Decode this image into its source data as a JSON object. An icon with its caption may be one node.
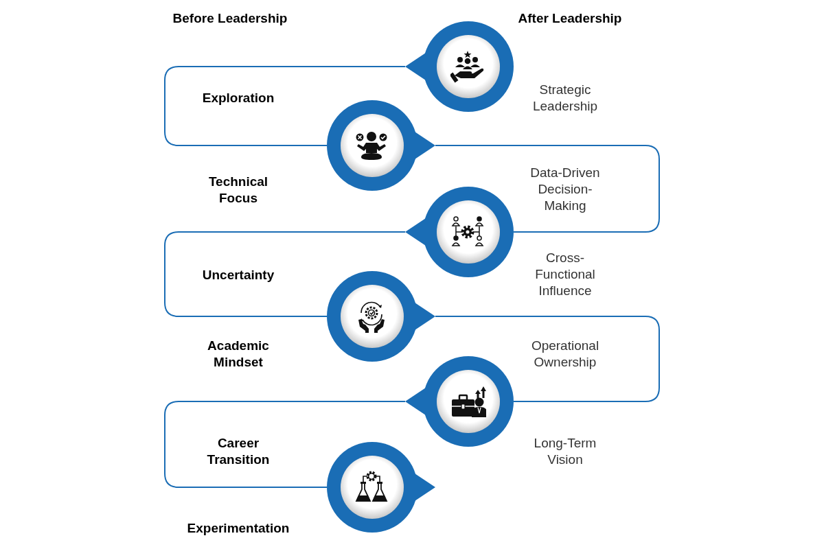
{
  "diagram": {
    "nodes": [
      {
        "text": [],
        "shape": "circle"
      },
      {
        "text": [],
        "shape": "circle"
      },
      {
        "text": [],
        "shape": "circle"
      },
      {
        "text": [],
        "shape": "circle"
      },
      {
        "text": [],
        "shape": "circle"
      },
      {
        "text": [],
        "shape": "circle"
      }
    ],
    "edges": [
      {
        "from": 0,
        "to": 1,
        "arrow": "none"
      },
      {
        "from": 1,
        "to": 2,
        "arrow": "none"
      },
      {
        "from": 2,
        "to": 3,
        "arrow": "none"
      },
      {
        "from": 3,
        "to": 4,
        "arrow": "none"
      },
      {
        "from": 4,
        "to": 5,
        "arrow": "none"
      }
    ],
    "labels": [
      "Before Leadership",
      "After Leadership",
      "Exploration",
      "Strategic Leadership",
      "Technical Focus",
      "Data-Driven Decision-Making",
      "Uncertainty",
      "Cross-Functional Influence",
      "Academic Mindset",
      "Operational Ownership",
      "Career Transition",
      "Long-Term Vision",
      "Experimentation"
    ]
  }
}
